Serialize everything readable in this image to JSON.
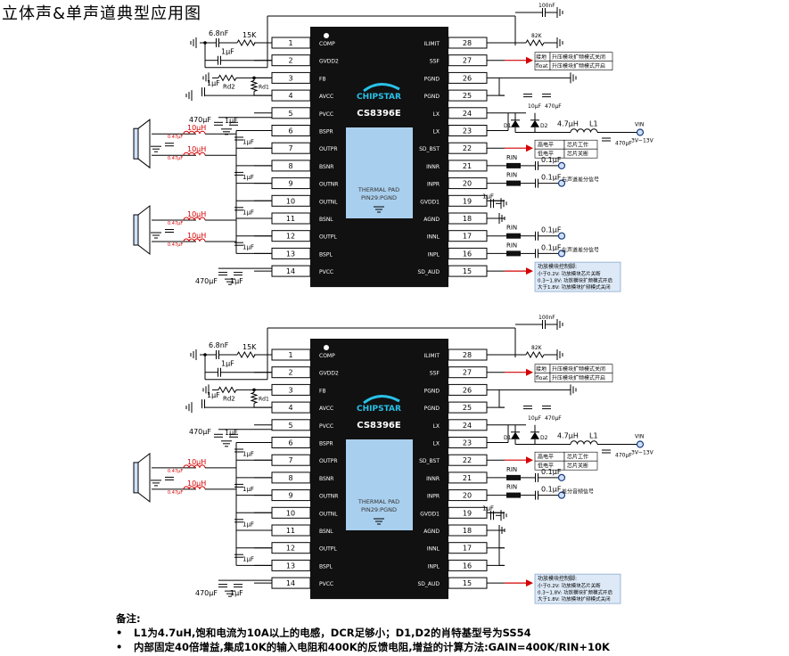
{
  "page_title": "立体声&单声道典型应用图",
  "chip": {
    "logo": "CHIPSTAR",
    "part": "CS8396E",
    "pad_line1": "THERMAL PAD",
    "pad_line2": "PIN29:PGND"
  },
  "pins_left": [
    {
      "num": "1",
      "name": "COMP"
    },
    {
      "num": "2",
      "name": "GVDD2"
    },
    {
      "num": "3",
      "name": "FB"
    },
    {
      "num": "4",
      "name": "AVCC"
    },
    {
      "num": "5",
      "name": "PVCC"
    },
    {
      "num": "6",
      "name": "BSPR"
    },
    {
      "num": "7",
      "name": "OUTPR"
    },
    {
      "num": "8",
      "name": "BSNR"
    },
    {
      "num": "9",
      "name": "OUTNR"
    },
    {
      "num": "10",
      "name": "OUTNL"
    },
    {
      "num": "11",
      "name": "BSNL"
    },
    {
      "num": "12",
      "name": "OUTPL"
    },
    {
      "num": "13",
      "name": "BSPL"
    },
    {
      "num": "14",
      "name": "PVCC"
    }
  ],
  "pins_right": [
    {
      "num": "28",
      "name": "ILIMIT"
    },
    {
      "num": "27",
      "name": "SSF"
    },
    {
      "num": "26",
      "name": "PGND"
    },
    {
      "num": "25",
      "name": "PGND"
    },
    {
      "num": "24",
      "name": "LX"
    },
    {
      "num": "23",
      "name": "LX"
    },
    {
      "num": "22",
      "name": "SD_BST"
    },
    {
      "num": "21",
      "name": "INNR"
    },
    {
      "num": "20",
      "name": "INPR"
    },
    {
      "num": "19",
      "name": "GVDD1"
    },
    {
      "num": "18",
      "name": "AGND"
    },
    {
      "num": "17",
      "name": "INNL"
    },
    {
      "num": "16",
      "name": "INPL"
    },
    {
      "num": "15",
      "name": "SD_AUD"
    }
  ],
  "components": {
    "c_comp": "6.8nF",
    "r_comp": "15K",
    "c_gvdd2": "1μF",
    "c_avcc": "1μF",
    "rd2": "Rd2",
    "rd1": "Rd1",
    "c_pvcc_big": "470μF",
    "c_pvcc_small": "1μF",
    "l_out": "10μH",
    "c_out": "0.47μF",
    "c_bs": "1μF",
    "c_ilimit": "100nF",
    "r_ilimit": "82K",
    "c_pgnd_small": "10μF",
    "c_pgnd_big": "470μF",
    "d1": "D1",
    "d2": "D2",
    "l1_value": "4.7μH",
    "l1_label": "L1",
    "c_vin": "470μF",
    "vin": "VIN",
    "vin_range": "3V~13V",
    "rin": "RIN",
    "c_in": "0.1μF",
    "c_gvdd1": "1μF"
  },
  "ssf_table": [
    {
      "state": "接地",
      "desc": "升压模块扩频模式关闭"
    },
    {
      "state": "float",
      "desc": "升压模块扩频模式开启"
    }
  ],
  "sdbst_table": [
    {
      "state": "高电平",
      "desc": "芯片工作"
    },
    {
      "state": "低电平",
      "desc": "芯片关断"
    }
  ],
  "sdaud_box": {
    "title": "功放模块控制脚:",
    "lines": [
      "小于0.2V: 功放模块芯片关断",
      "0.3~1.8V: 功放模块扩频模式开启",
      "大于1.8V: 功放模块扩频模式关闭"
    ]
  },
  "signals": {
    "right_diff": "右声道差分信号",
    "left_diff": "左声道差分信号",
    "mono_diff": "差分音频信号"
  },
  "notes": {
    "heading": "备注:",
    "items": [
      "L1为4.7uH,饱和电流为10A以上的电感，DCR足够小；D1,D2的肖特基型号为SS54",
      "内部固定40倍增益,集成10K的输入电阻和400K的反馈电阻,增益的计算方法:GAIN=400K/RIN+10K"
    ]
  }
}
